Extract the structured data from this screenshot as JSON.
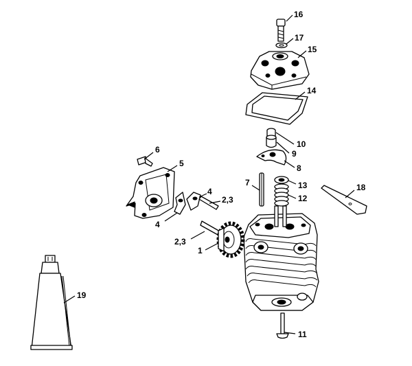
{
  "callouts": [
    {
      "label": "16"
    },
    {
      "label": "17"
    },
    {
      "label": "15"
    },
    {
      "label": "14"
    },
    {
      "label": "10"
    },
    {
      "label": "9"
    },
    {
      "label": "8"
    },
    {
      "label": "13"
    },
    {
      "label": "12"
    },
    {
      "label": "7"
    },
    {
      "label": "18"
    },
    {
      "label": "6"
    },
    {
      "label": "5"
    },
    {
      "label": "4"
    },
    {
      "label": "2,3"
    },
    {
      "label": "4"
    },
    {
      "label": "2,3"
    },
    {
      "label": "1"
    },
    {
      "label": "19"
    },
    {
      "label": "11"
    }
  ]
}
